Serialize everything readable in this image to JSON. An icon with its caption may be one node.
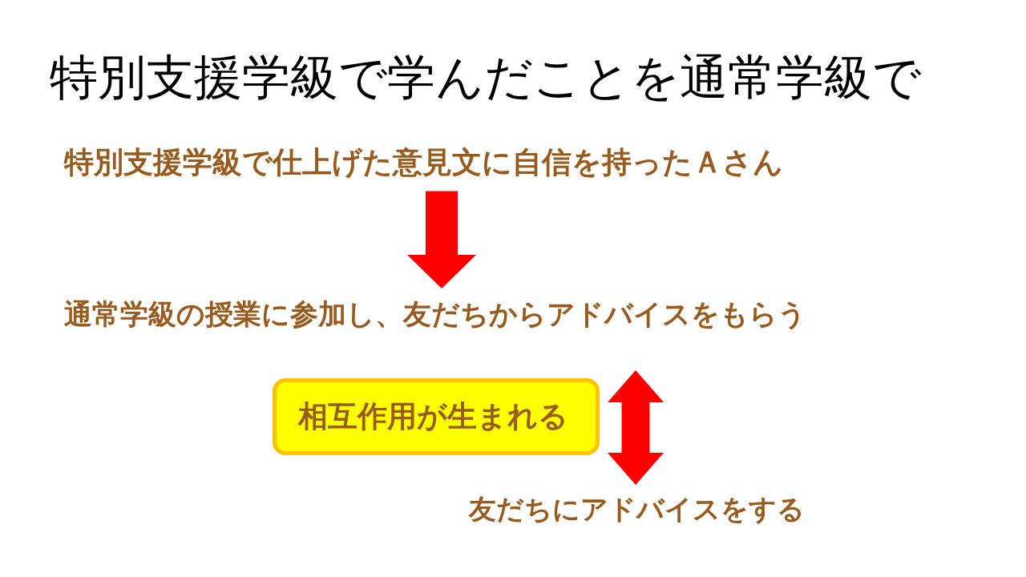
{
  "diagram": {
    "title": "特別支援学級で学んだことを通常学級で",
    "nodes": [
      {
        "text": [
          "特別支援学級で仕上げた意見文に自信を持ったＡさん"
        ]
      },
      {
        "text": [
          "通常学級の授業に参加し、友だちからアドバイスをもらう"
        ]
      },
      {
        "text": [
          "相互作用が生まれる"
        ]
      },
      {
        "text": [
          "友だちにアドバイスをする"
        ]
      }
    ],
    "edges": [
      {
        "from": 0,
        "to": 1,
        "arrow": "to"
      },
      {
        "from": 1,
        "to": 3,
        "arrow": "both"
      }
    ]
  }
}
